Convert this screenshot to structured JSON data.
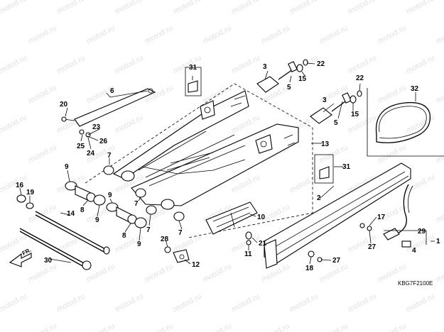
{
  "diagram": {
    "watermark": "motod.ru",
    "drawing_code": "KBG7F2100E",
    "direction_label": "FR.",
    "callouts": {
      "c1": "1",
      "c2": "2",
      "c3a": "3",
      "c3b": "3",
      "c4": "4",
      "c5a": "5",
      "c5b": "5",
      "c6": "6",
      "c7a": "7",
      "c7b": "7",
      "c7c": "7",
      "c7d": "7",
      "c8a": "8",
      "c8b": "8",
      "c9a": "9",
      "c9b": "9",
      "c9c": "9",
      "c9d": "9",
      "c10": "10",
      "c11": "11",
      "c12": "12",
      "c13": "13",
      "c14": "14",
      "c15a": "15",
      "c15b": "15",
      "c16": "16",
      "c17": "17",
      "c18": "18",
      "c19": "19",
      "c20": "20",
      "c21": "21",
      "c22a": "22",
      "c22b": "22",
      "c23": "23",
      "c24": "24",
      "c25": "25",
      "c26": "26",
      "c27a": "27",
      "c27b": "27",
      "c28": "28",
      "c29": "29",
      "c30": "30",
      "c31a": "31",
      "c31b": "31",
      "c32": "32"
    }
  }
}
